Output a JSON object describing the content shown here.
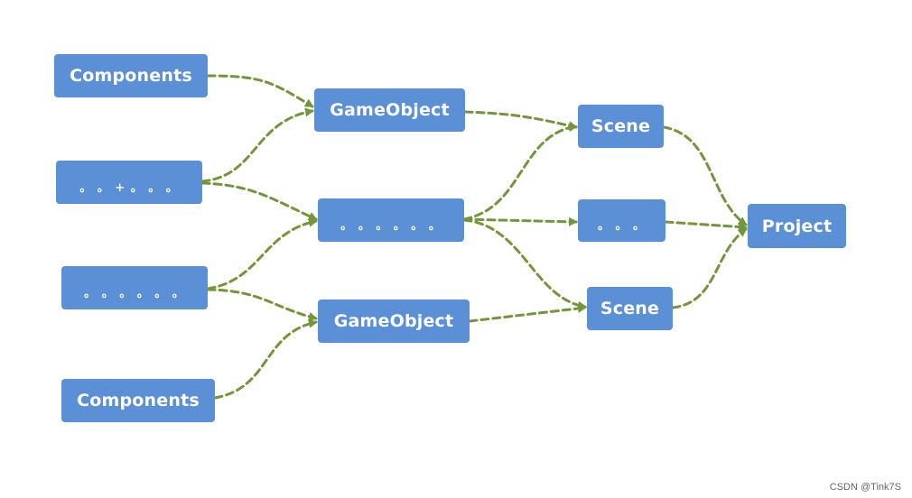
{
  "nodes": {
    "components_top": "Components",
    "dots_left_1": "。 。 + 。 。 。",
    "dots_left_2": "。 。 。 。 。 。",
    "components_bottom": "Components",
    "gameobject_top": "GameObject",
    "dots_middle": "。 。 。 。 。 。",
    "gameobject_bottom": "GameObject",
    "scene_top": "Scene",
    "dots_right": "。 。 。",
    "scene_bottom": "Scene",
    "project": "Project"
  },
  "colors": {
    "node_fill": "#5b8fd6",
    "node_text": "#ffffff",
    "connector": "#74963a"
  },
  "watermark": "CSDN @Tink7S"
}
